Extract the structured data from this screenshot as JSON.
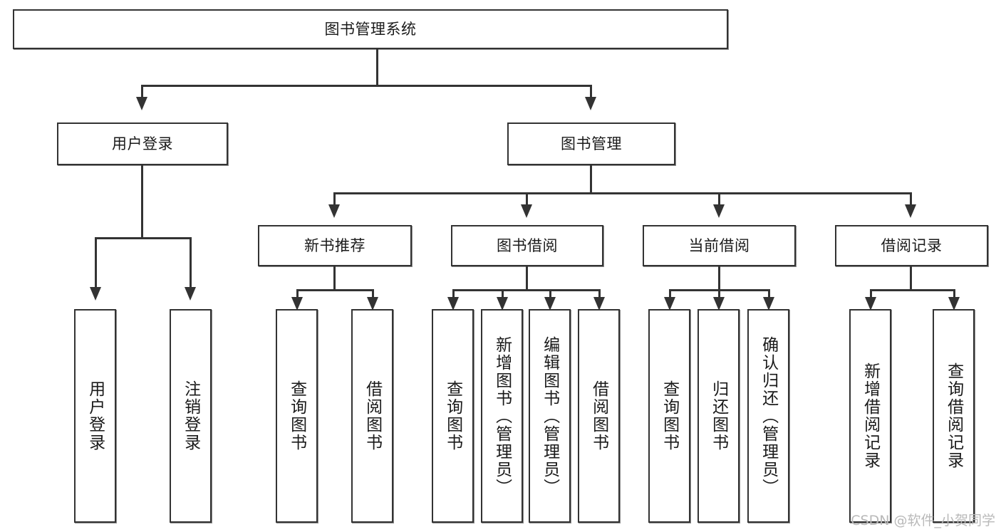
{
  "diagram": {
    "title": "图书管理系统",
    "watermark": "CSDN @软件_小贺同学",
    "colors": {
      "background": "#ffffff",
      "border": "#333333",
      "text": "#1a1a1a",
      "watermark": "#b9b9b9"
    },
    "nodes": {
      "root": {
        "label": "图书管理系统"
      },
      "tier2": [
        {
          "id": "user-login",
          "label": "用户登录"
        },
        {
          "id": "book-management",
          "label": "图书管理"
        }
      ],
      "tier3": [
        {
          "id": "new-book-recommend",
          "label": "新书推荐"
        },
        {
          "id": "book-borrow",
          "label": "图书借阅"
        },
        {
          "id": "current-borrow",
          "label": "当前借阅"
        },
        {
          "id": "borrow-record",
          "label": "借阅记录"
        }
      ],
      "leaves": {
        "user_login": [
          {
            "id": "leaf-user-login",
            "label": "用户登录"
          },
          {
            "id": "leaf-logout-login",
            "label": "注销登录"
          }
        ],
        "new_book_recommend": [
          {
            "id": "leaf-query-book-1",
            "label": "查询图书"
          },
          {
            "id": "leaf-borrow-book-1",
            "label": "借阅图书"
          }
        ],
        "book_borrow": [
          {
            "id": "leaf-query-book-2",
            "label": "查询图书"
          },
          {
            "id": "leaf-add-book",
            "label": "新增图书（管理员）"
          },
          {
            "id": "leaf-edit-book",
            "label": "编辑图书（管理员）"
          },
          {
            "id": "leaf-borrow-book-2",
            "label": "借阅图书"
          }
        ],
        "current_borrow": [
          {
            "id": "leaf-query-book-3",
            "label": "查询图书"
          },
          {
            "id": "leaf-return-book",
            "label": "归还图书"
          },
          {
            "id": "leaf-confirm-return",
            "label": "确认归还（管理员）"
          }
        ],
        "borrow_record": [
          {
            "id": "leaf-add-record",
            "label": "新增借阅记录"
          },
          {
            "id": "leaf-query-record",
            "label": "查询借阅记录"
          }
        ]
      }
    }
  }
}
